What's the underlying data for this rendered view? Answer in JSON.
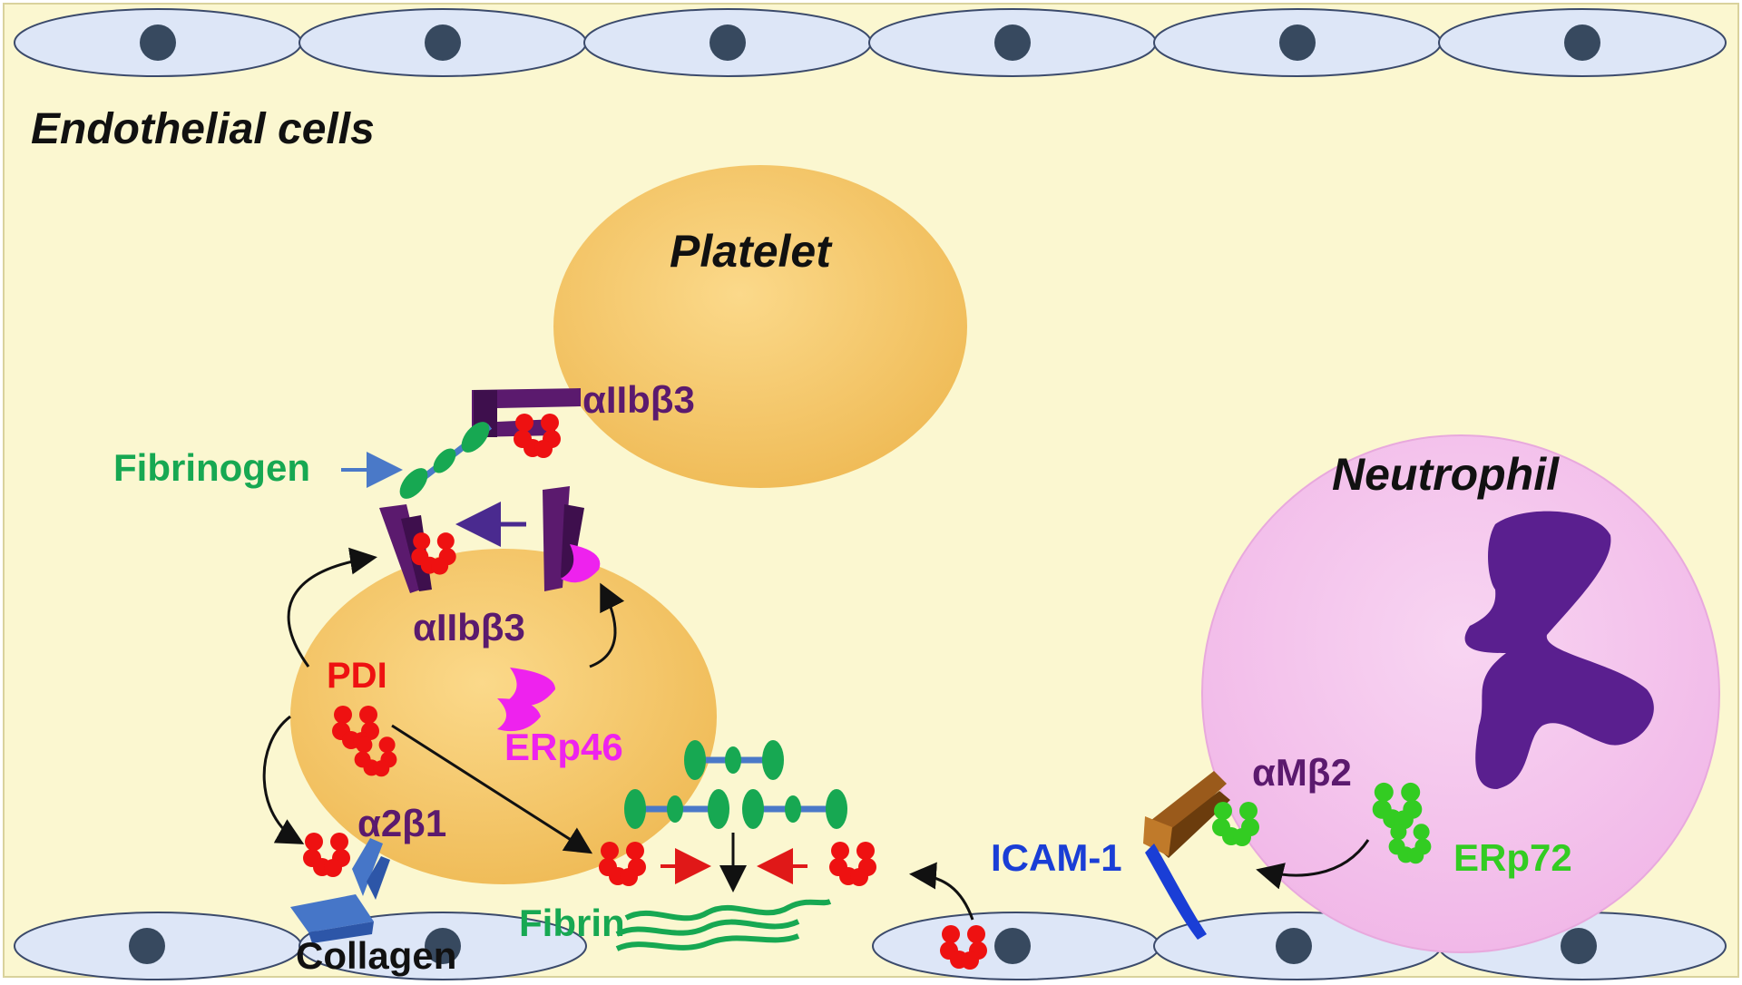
{
  "diagram": {
    "title": "Endothelial cells",
    "cells": {
      "platelet_top": "Platelet",
      "neutrophil": "Neutrophil"
    },
    "labels": {
      "integrin_top": "αIIbβ3",
      "fibrinogen": "Fibrinogen",
      "integrin_lower": "αIIbβ3",
      "pdi": "PDI",
      "erp46": "ERp46",
      "a2b1": "α2β1",
      "collagen": "Collagen",
      "fibrin": "Fibrin",
      "amb2": "αMβ2",
      "icam": "ICAM-1",
      "erp72": "ERp72"
    },
    "colors": {
      "background": "#fbf7d0",
      "endothelial_fill": "#dde6f7",
      "endothelial_stroke": "#3b4a6b",
      "nucleus": "#37495f",
      "platelet": "#f4c365",
      "neutrophil": "#f4c3ec",
      "neutrophil_nucleus": "#5a1f8f",
      "pdi": "#ee1111",
      "integrin": "#5b1a6e",
      "erp46": "#ee22ee",
      "erp72": "#33cc22",
      "fibrinogen": "#17a852",
      "fibrinogen_rod": "#4a79c8",
      "icam": "#1a3ed6",
      "amb2": "#9a5a1b",
      "collagen": "#4676c8"
    }
  }
}
